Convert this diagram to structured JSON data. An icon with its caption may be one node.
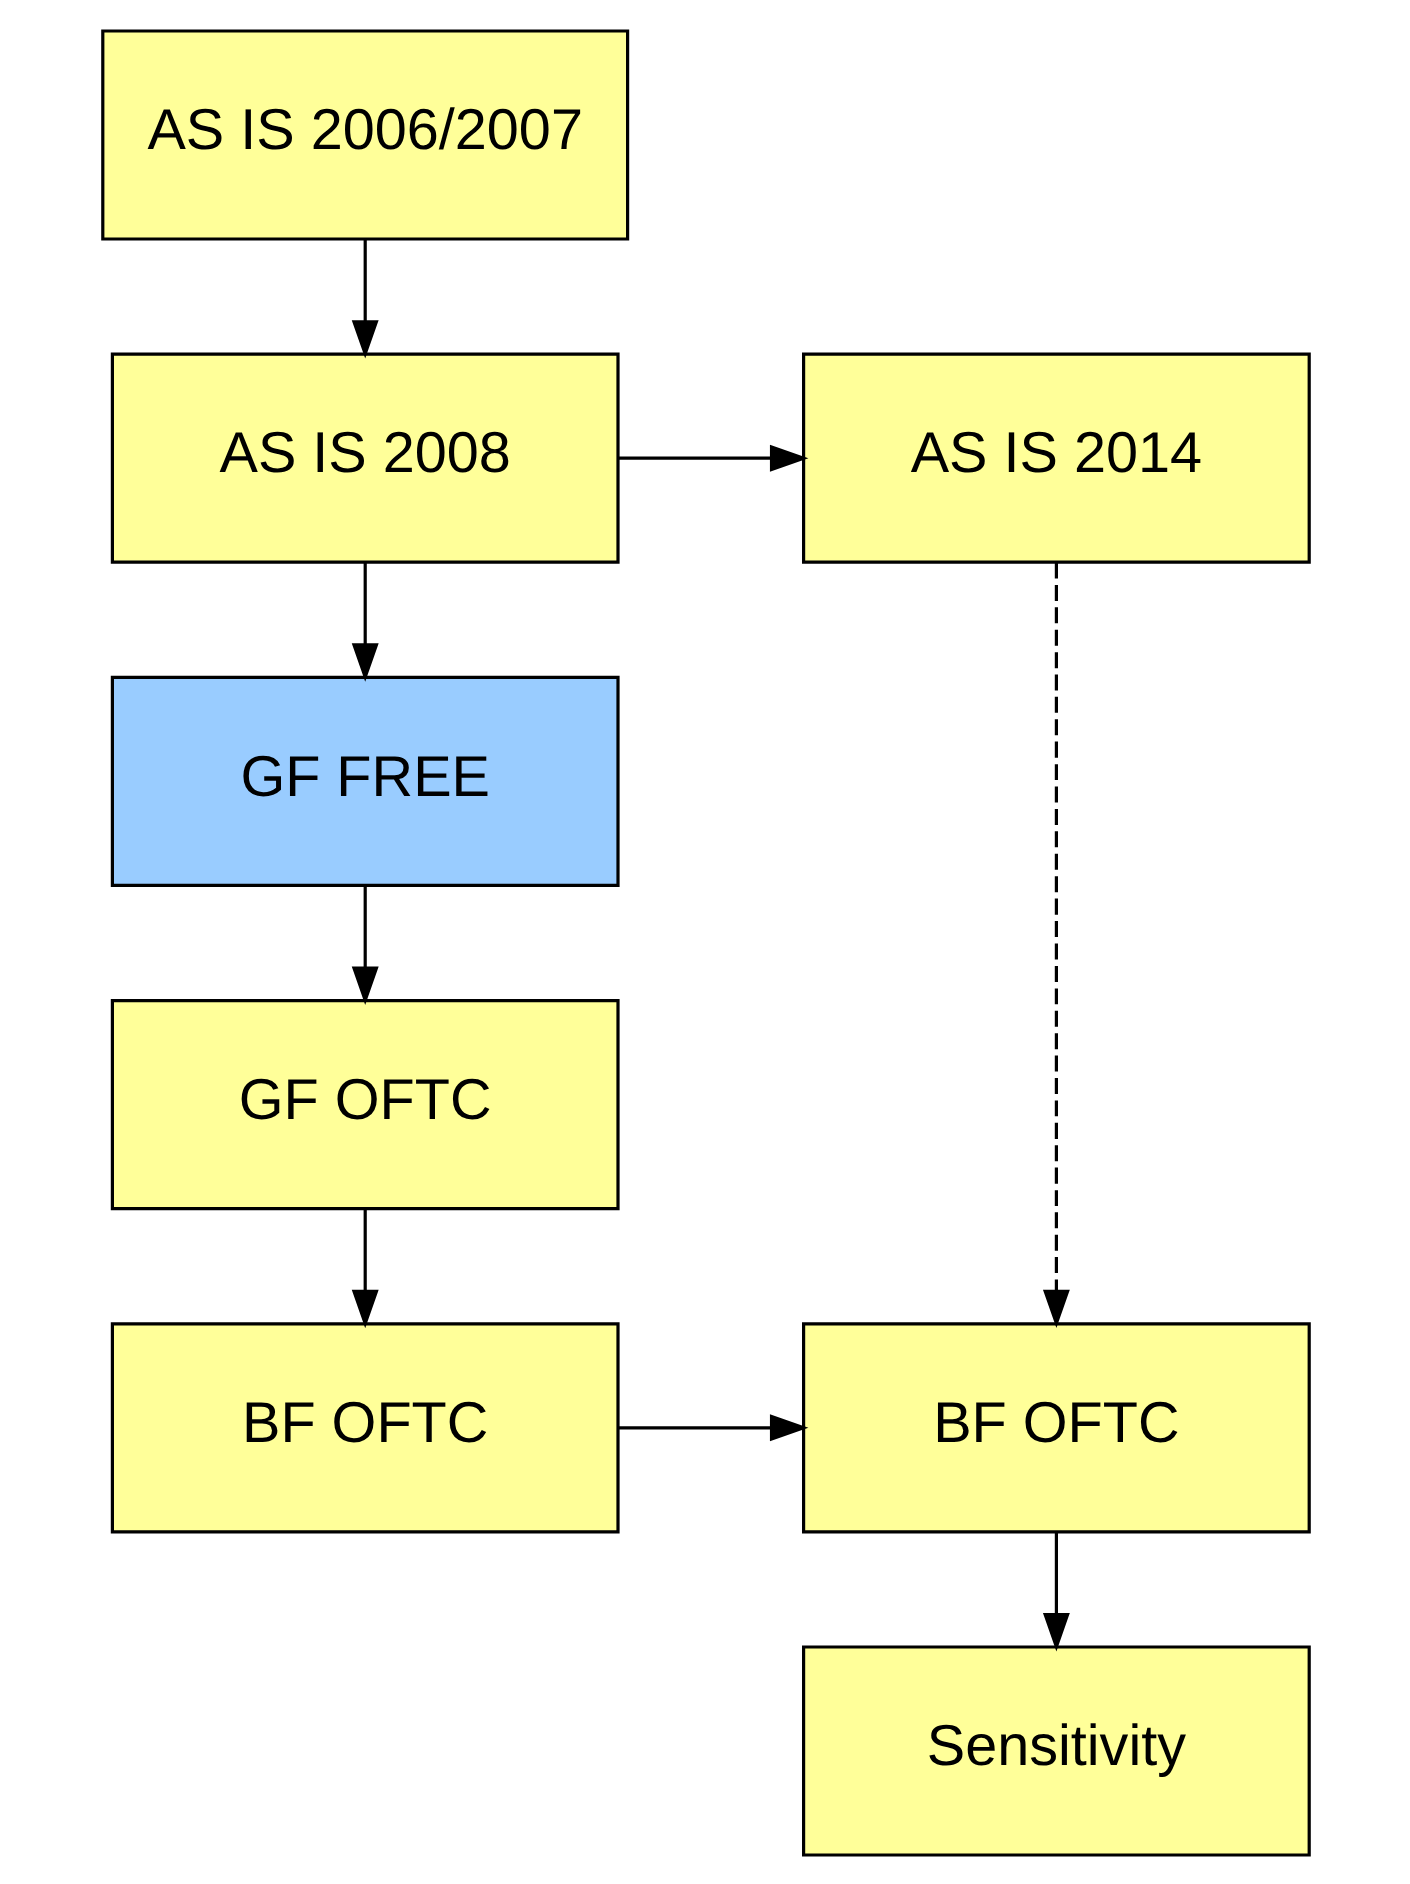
{
  "diagram": {
    "nodes": [
      {
        "text": [
          "AS IS 2006/2007"
        ]
      },
      {
        "text": [
          "AS IS 2008"
        ]
      },
      {
        "text": [
          "AS IS 2014"
        ]
      },
      {
        "text": [
          "GF FREE"
        ]
      },
      {
        "text": [
          "GF OFTC"
        ]
      },
      {
        "text": [
          "BF OFTC"
        ]
      },
      {
        "text": [
          "BF OFTC"
        ]
      },
      {
        "text": [
          "Sensitivity"
        ]
      }
    ],
    "edges": [
      {
        "from": 0,
        "to": 1,
        "arrow": "to"
      },
      {
        "from": 1,
        "to": 2,
        "arrow": "to"
      },
      {
        "from": 1,
        "to": 3,
        "arrow": "to"
      },
      {
        "from": 3,
        "to": 4,
        "arrow": "to"
      },
      {
        "from": 4,
        "to": 5,
        "arrow": "to"
      },
      {
        "from": 2,
        "to": 6,
        "arrow": "to",
        "style": "dashed"
      },
      {
        "from": 5,
        "to": 6,
        "arrow": "to"
      },
      {
        "from": 6,
        "to": 7,
        "arrow": "to"
      }
    ]
  }
}
